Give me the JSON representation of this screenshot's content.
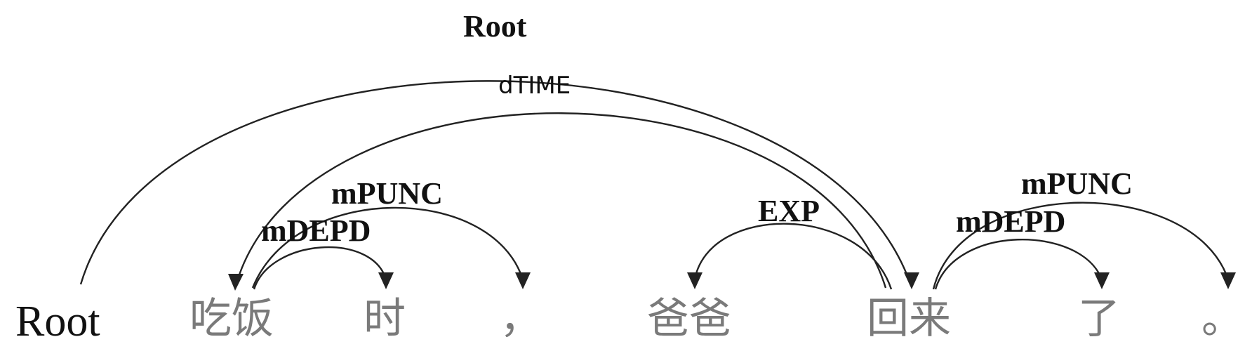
{
  "tokens": [
    "Root",
    "吃饭",
    "时",
    "，",
    "爸爸",
    "回来",
    "了",
    "。"
  ],
  "arcs": [
    {
      "label": "Root",
      "head": 0,
      "dep": 5
    },
    {
      "label": "dTIME",
      "head": 5,
      "dep": 1
    },
    {
      "label": "mPUNC",
      "head": 1,
      "dep": 3
    },
    {
      "label": "mDEPD",
      "head": 1,
      "dep": 2
    },
    {
      "label": "EXP",
      "head": 5,
      "dep": 4
    },
    {
      "label": "mPUNC",
      "head": 5,
      "dep": 7
    },
    {
      "label": "mDEPD",
      "head": 5,
      "dep": 6
    }
  ],
  "colors": {
    "arc": "#222222",
    "token": "#7a7a7a",
    "root_token": "#111111"
  }
}
